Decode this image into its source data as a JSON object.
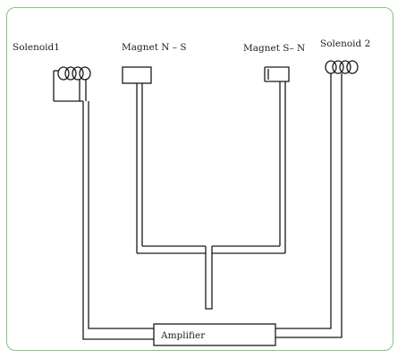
{
  "labels": {
    "solenoid1": "Solenoid1",
    "magnet_ns": "Magnet N – S",
    "magnet_sn": "Magnet S– N",
    "solenoid2": "Solenoid 2",
    "amplifier": "Amplifier"
  },
  "colors": {
    "frame": "#7fc48a",
    "lines": "#1a1a1a"
  }
}
